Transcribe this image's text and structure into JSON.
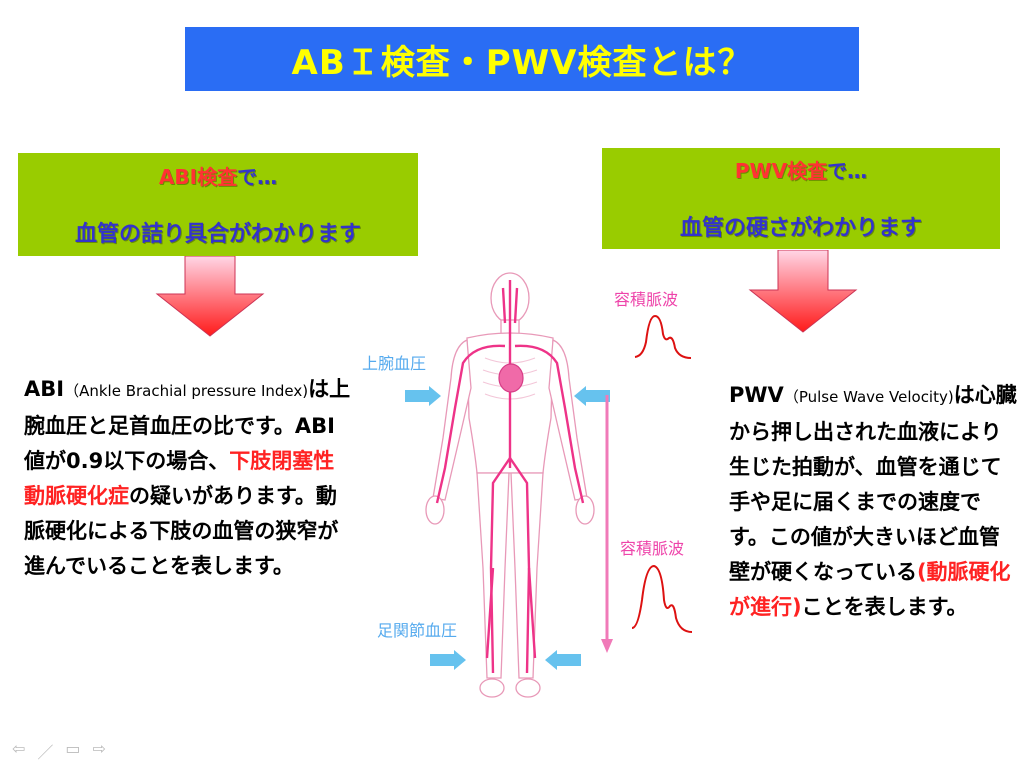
{
  "title": "ABＩ検査・PWV検査とは？",
  "abi_box": {
    "line1_test": "ABI検査",
    "line1_suffix": "で…",
    "line2": "血管の詰り具合がわかります"
  },
  "pwv_box": {
    "line1_test": "PWV検査",
    "line1_suffix": "で…",
    "line2": "血管の硬さがわかります"
  },
  "abi_text": {
    "lead": "ABI",
    "paren": "（Ankle Brachial pressure Index)",
    "part1": "は上腕血圧と足首血圧の比です。ABI値が0.9以下の場合、",
    "highlight": "下肢閉塞性動脈硬化症",
    "part2": "の疑いがあります。動脈硬化による下肢の血管の狭窄が進んでいることを表します。"
  },
  "pwv_text": {
    "lead": "PWV",
    "paren": "（Pulse Wave Velocity)",
    "part1": "は心臓から押し出された血液により生じた拍動が、血管を通じて手や足に届くまでの速度です。この値が大きいほど血管壁が硬くなっている",
    "highlight": "(動脈硬化が進行)",
    "part2": "ことを表します。"
  },
  "figure_labels": {
    "upper_arm_bp": "上腕血圧",
    "ankle_bp": "足関節血圧",
    "volume_pulse_top": "容積脈波",
    "volume_pulse_mid": "容積脈波"
  },
  "nav": {
    "prev": "⇦",
    "pen": "／",
    "menu": "▭",
    "next": "⇨"
  },
  "colors": {
    "title_bg": "#2a6df4",
    "title_text": "#ffff00",
    "box_bg": "#99cc00",
    "highlight_red": "#ff2222",
    "artery_pink": "#ee3388",
    "label_blue": "#55aaee"
  }
}
